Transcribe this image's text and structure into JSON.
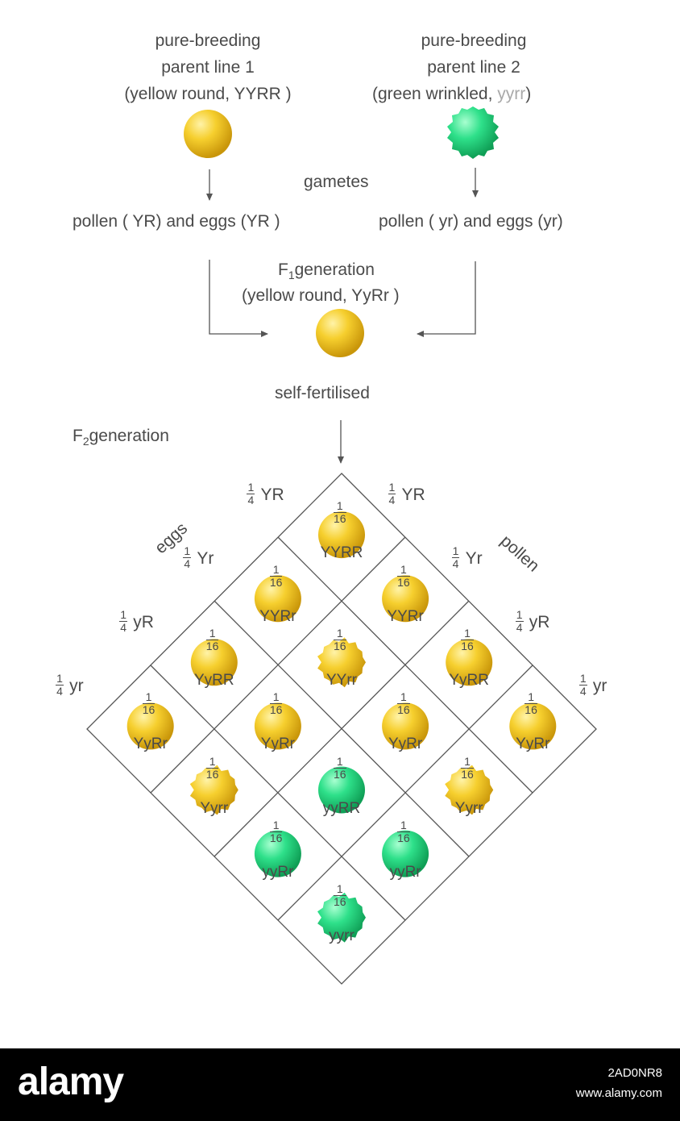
{
  "parent1": {
    "line1": "pure-breeding",
    "line2": "parent line 1",
    "line3": "(yellow round,  YYRR  )"
  },
  "parent2": {
    "line1": "pure-breeding",
    "line2": "parent line 2",
    "line3a": "(green wrinkled, ",
    "line3b": "yyrr",
    "line3c": ")"
  },
  "gametes_label": "gametes",
  "gametes1": "pollen ( YR)   and eggs   (YR )",
  "gametes2": "pollen ( yr)  and eggs   (yr)",
  "f1": {
    "prefix": "F",
    "sub": "1",
    "label": "generation",
    "desc": "(yellow round,  YyRr )"
  },
  "selfing": "self-fertilised",
  "f2": {
    "prefix": "F",
    "sub": "2",
    "label": "generation"
  },
  "side_labels": {
    "eggs": "eggs",
    "pollen": "pollen"
  },
  "fraction": {
    "quarter_num": "1",
    "quarter_den": "4",
    "cell_num": "1",
    "cell_den": "16"
  },
  "egg_gametes": [
    "YR",
    "Yr",
    "yR",
    "yr"
  ],
  "pollen_gametes": [
    "YR",
    "Yr",
    "yR",
    "yr"
  ],
  "cells": [
    [
      "YYRR",
      "YYRr",
      "YyRR",
      "YyRr"
    ],
    [
      "YYRr",
      "YYrr",
      "YyRr",
      "Yyrr"
    ],
    [
      "YyRR",
      "YyRr",
      "yyRR",
      "yyRr"
    ],
    [
      "YyRr",
      "Yyrr",
      "yyRr",
      "yyrr"
    ]
  ],
  "colors": {
    "yellow": "#f2c21b",
    "green": "#27d97a",
    "line": "#555555"
  },
  "watermark": {
    "logo": "alamy",
    "image_id": "2AD0NR8",
    "site": "www.alamy.com"
  }
}
